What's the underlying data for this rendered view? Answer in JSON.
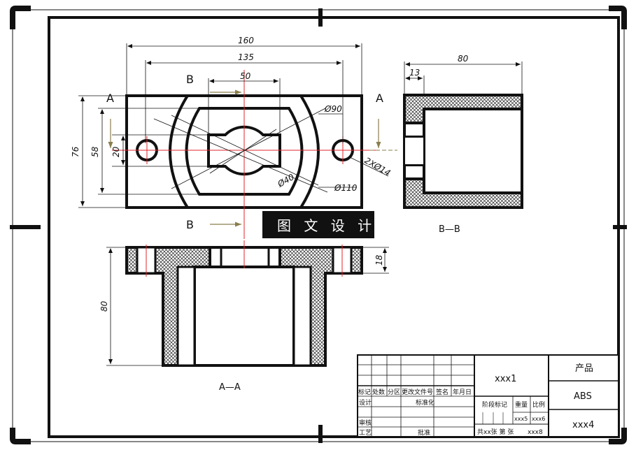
{
  "dimensions": {
    "overall_width": "160",
    "hole_span": "135",
    "slot_width": "50",
    "bore_dia": "Ø90",
    "outer_arc_dia": "Ø110",
    "small_arc_dia": "Ø40",
    "holes": "2XØ14",
    "overall_height": "76",
    "inner_height": "58",
    "slot_height": "20",
    "depth": "80",
    "wall": "13",
    "flange_thickness": "18",
    "section_height": "80"
  },
  "section_labels": {
    "b_top": "B",
    "b_bottom": "B",
    "a_left": "A",
    "a_right": "A",
    "view_bb": "B—B",
    "view_aa": "A—A"
  },
  "banner": {
    "text": "图 文 设 计"
  },
  "title_block": {
    "part_name": "xxx1",
    "product_label": "产品",
    "material": "ABS",
    "drawing_no": "xxx4",
    "header_mark": "标记",
    "header_count": "处数",
    "header_zone": "分区",
    "header_doc": "更改文件号",
    "header_sign": "签名",
    "header_date": "年月日",
    "design": "设计",
    "standardize": "标准化",
    "review": "审核",
    "process": "工艺",
    "approve": "批准",
    "stage_mark": "阶段标记",
    "weight": "重量",
    "scale": "比例",
    "weight_value": "xxx5",
    "scale_value": "xxx6",
    "sheet_info": "共xx张 第  张",
    "sheet_value": "xxx8"
  }
}
